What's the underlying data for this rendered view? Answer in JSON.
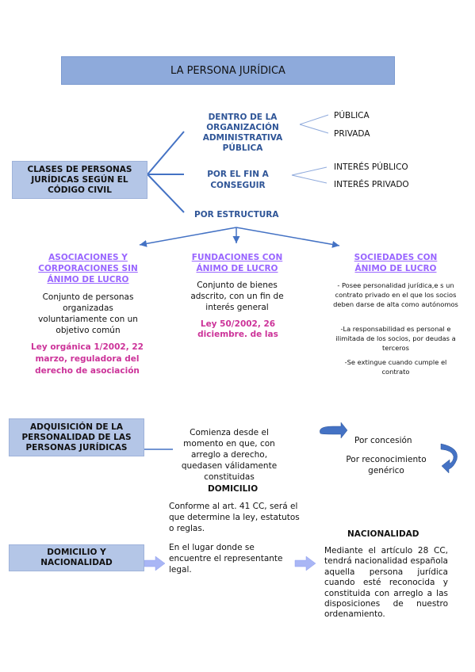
{
  "title": "LA PERSONA JURÍDICA",
  "clases": {
    "label": "CLASES DE PERSONAS JURÍDICAS SEGÚN EL CÓDIGO CIVIL",
    "organizacion": "DENTRO DE LA ORGANIZACIÓN ADMINISTRATIVA PÚBLICA",
    "publica": "PÚBLICA",
    "privada": "PRIVADA",
    "fin": "POR EL FIN A CONSEGUIR",
    "interes_publico": "INTERÉS PÚBLICO",
    "interes_privado": "INTERÉS PRIVADO",
    "estructura": "POR ESTRUCTURA"
  },
  "asociaciones": {
    "heading": "ASOCIACIONES Y CORPORACIONES SIN ÁNIMO DE LUCRO",
    "desc": "Conjunto de personas organizadas voluntariamente con un objetivo común",
    "ley": "Ley orgánica 1/2002, 22 marzo, reguladora del derecho de asociación"
  },
  "fundaciones": {
    "heading": "FUNDACIONES CON ÁNIMO DE LUCRO",
    "desc": "Conjunto de bienes adscrito, con un fin de interés general",
    "ley": "Ley 50/2002, 26 diciembre, de las"
  },
  "sociedades": {
    "heading": "SOCIEDADES CON ÁNIMO DE LUCRO",
    "p1": "- Posee personalidad jurídica,e s un contrato privado en el que los socios deben darse de alta como autónomos",
    "p2": "-La responsabilidad es personal e ilimitada de los socios, por deudas a terceros",
    "p3": "-Se extingue cuando cumple el contrato"
  },
  "adquisicion": {
    "label": "ADQUISICIÓN DE LA PERSONALIDAD DE LAS PERSONAS JURÍDICAS",
    "desc": "Comienza desde el momento en que, con arreglo a derecho, quedasen válidamente constituidas",
    "concesion": "Por concesión",
    "reconocimiento": "Por reconocimiento genérico"
  },
  "domicilio": {
    "label": "DOMICILIO Y NACIONALIDAD",
    "heading": "DOMICILIO",
    "p1": "Conforme al art. 41 CC, será el que determine la ley, estatutos o reglas.",
    "p2": "En el lugar donde se encuentre el representante legal."
  },
  "nacionalidad": {
    "heading": "NACIONALIDAD",
    "text": "Mediante el artículo 28 CC, tendrá nacionalidad española aquella persona jurídica cuando esté reconocida y constituida con arreglo a las disposiciones de nuestro ordenamiento."
  },
  "colors": {
    "box_fill": "#b4c6e7",
    "title_fill": "#8eaadb",
    "line_blue": "#4472c4",
    "heading_blue": "#2f5597",
    "heading_purple": "#9966ff",
    "law_magenta": "#cc3399",
    "arrow_light": "#a9b6f5"
  }
}
